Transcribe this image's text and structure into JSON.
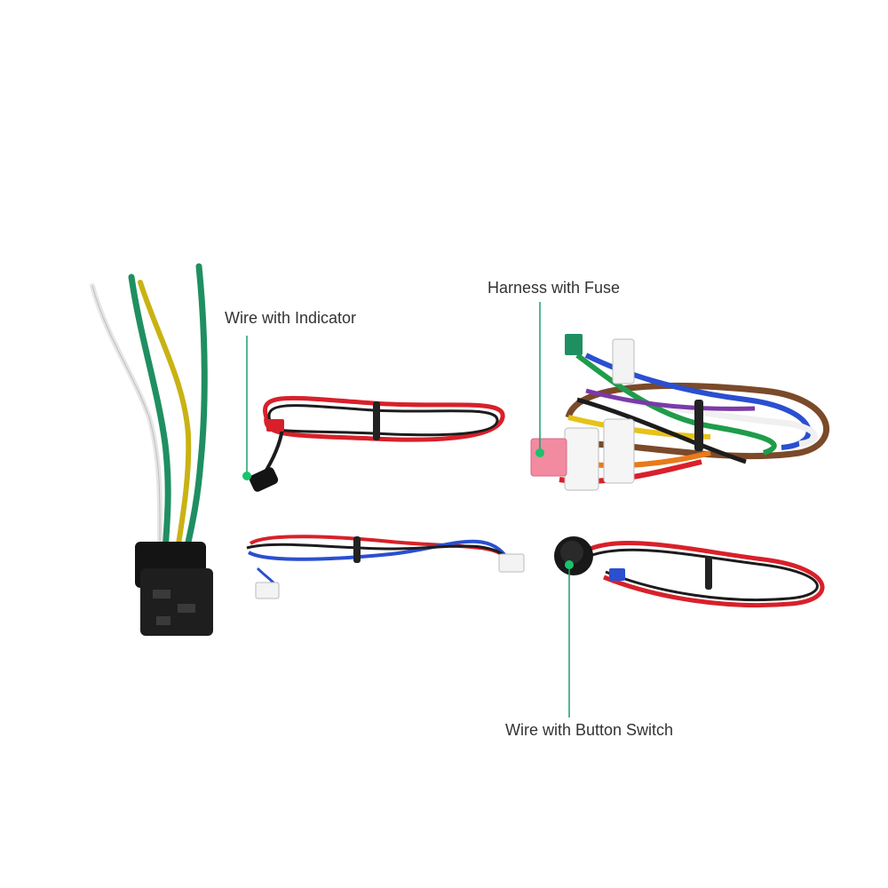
{
  "labels": {
    "wire_with_indicator": "Wire with Indicator",
    "harness_with_fuse": "Harness with Fuse",
    "wire_with_button_switch": "Wire with Button Switch"
  },
  "colors": {
    "callout_line": "#1a9e6e",
    "callout_dot": "#17c46a",
    "wire_red": "#d8202a",
    "wire_black": "#1c1c1c",
    "wire_blue": "#2a4fd0",
    "wire_green": "#1f8f62",
    "wire_yellow": "#c9b214",
    "fuse_pink": "#f28aa0"
  }
}
